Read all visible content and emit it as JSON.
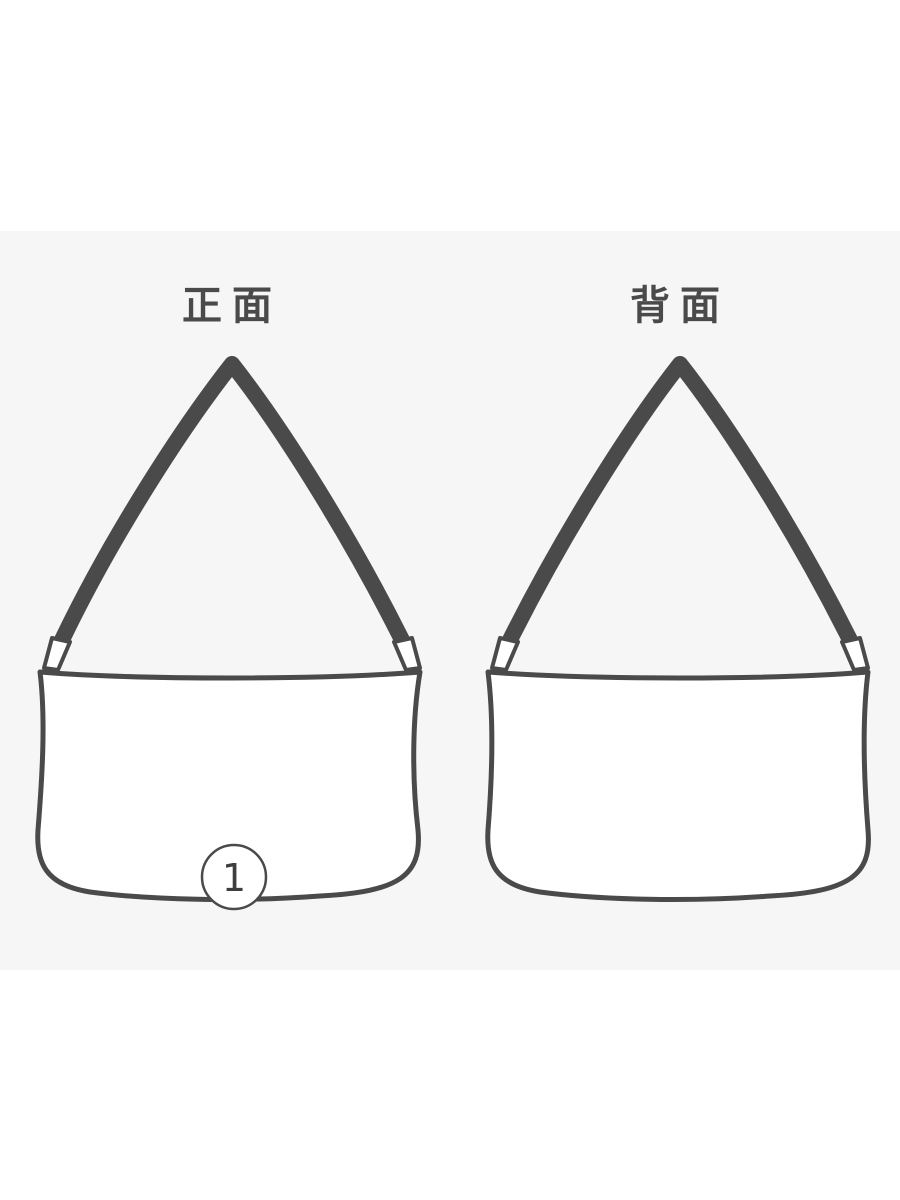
{
  "views": {
    "front": {
      "label": "正面"
    },
    "back": {
      "label": "背面"
    }
  },
  "callouts": [
    {
      "number": "1",
      "view": "front"
    }
  ],
  "colors": {
    "panel_background": "#f6f6f6",
    "outline": "#4a4a4a",
    "strap": "#4a4a4a",
    "bag_fill": "#ffffff"
  }
}
